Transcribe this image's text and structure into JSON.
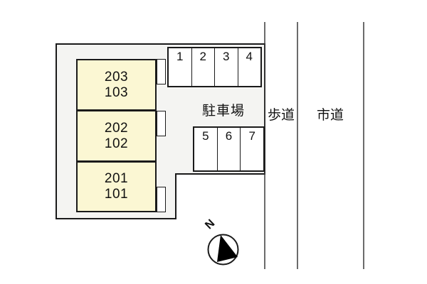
{
  "site_plan": {
    "building": {
      "rooms": [
        {
          "upper": "203",
          "lower": "103"
        },
        {
          "upper": "202",
          "lower": "102"
        },
        {
          "upper": "201",
          "lower": "101"
        }
      ]
    },
    "parking": {
      "label": "駐車場",
      "row_top": [
        "1",
        "2",
        "3",
        "4"
      ],
      "row_bottom": [
        "5",
        "6",
        "7"
      ]
    },
    "roads": {
      "sidewalk_label": "歩道",
      "city_road_label": "市道"
    },
    "compass": {
      "north_label": "N"
    }
  },
  "colors": {
    "room_fill": "#fbf7d3",
    "site_fill": "#f4f4f2",
    "line_color": "#1a1a1a",
    "road_line_color": "#3a3a3a",
    "page_bg": "#ffffff"
  }
}
